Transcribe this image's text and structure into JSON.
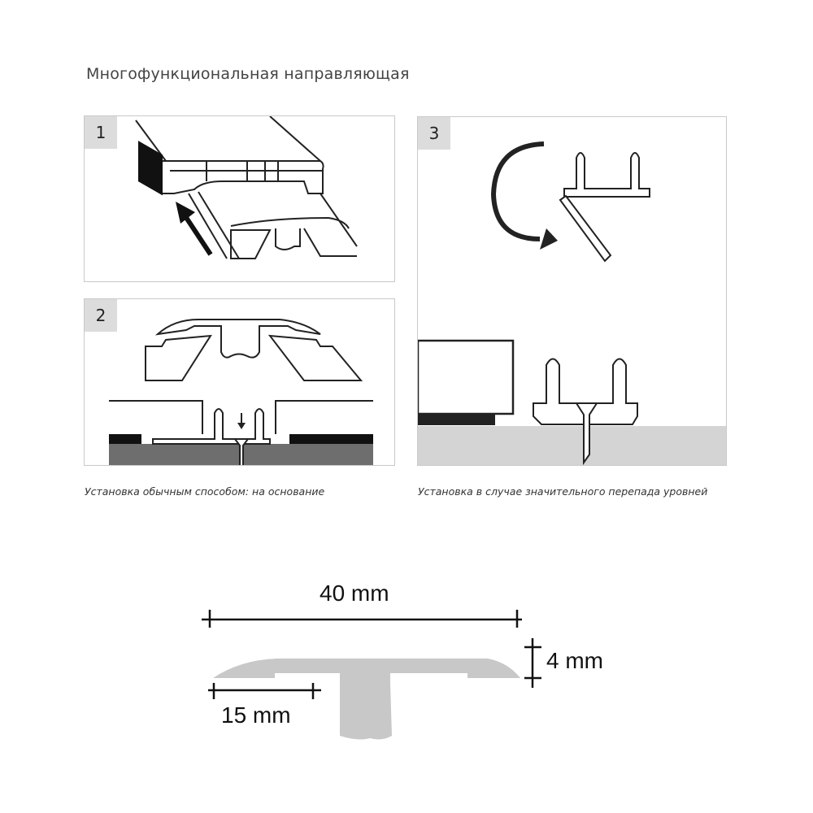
{
  "title": "Многофункциональная направляющая",
  "panels": [
    {
      "number": "1",
      "description": "Slide cover profile onto base rail (arrow)"
    },
    {
      "number": "2",
      "description": "Cross-section: T-profile cover pressed onto clip rail fixed with screw to base"
    },
    {
      "number": "3",
      "description": "Fold clip base and fix with screw for large level difference"
    }
  ],
  "captions": {
    "left": "Установка обычным способом: на основание",
    "right": "Установка в случае значительного перепада уровней"
  },
  "dimensions": {
    "width_total": "40 mm",
    "height": "4 mm",
    "half_width": "15 mm"
  },
  "colors": {
    "panel_border": "#c9c9c9",
    "number_bg": "#dcdcdc",
    "floor_dark": "#6e6e6e",
    "floor_light": "#d4d4d4",
    "profile_fill": "#c8c8c8"
  }
}
